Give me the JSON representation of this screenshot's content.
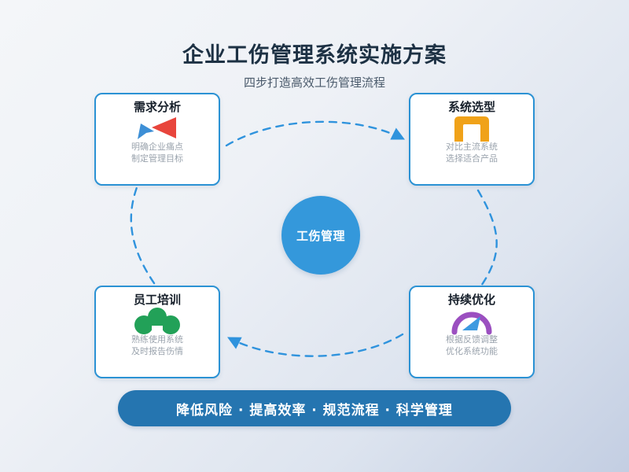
{
  "header": {
    "title": "企业工伤管理系统实施方案",
    "subtitle": "四步打造高效工伤管理流程"
  },
  "hub": {
    "label": "工伤管理",
    "color": "#3498db"
  },
  "steps": [
    {
      "title": "需求分析",
      "desc_line1": "明确企业痛点",
      "desc_line2": "制定管理目标",
      "icon": "analysis-cursor-icon",
      "icon_colors": [
        "#e8453c",
        "#3d8fd6"
      ]
    },
    {
      "title": "系统选型",
      "desc_line1": "对比主流系统",
      "desc_line2": "选择适合产品",
      "icon": "archway-icon",
      "icon_colors": [
        "#f0a219"
      ]
    },
    {
      "title": "持续优化",
      "desc_line1": "根据反馈调整",
      "desc_line2": "优化系统功能",
      "icon": "gauge-icon",
      "icon_colors": [
        "#9b4fc0",
        "#3d9ae0"
      ]
    },
    {
      "title": "员工培训",
      "desc_line1": "熟练使用系统",
      "desc_line2": "及时报告伤情",
      "icon": "people-group-icon",
      "icon_colors": [
        "#22a158"
      ]
    }
  ],
  "connectors": {
    "color": "#2f93dd",
    "style": "dashed",
    "flow": [
      "需求分析",
      "系统选型",
      "持续优化",
      "员工培训"
    ]
  },
  "banner": {
    "label": "降低风险 · 提高效率 · 规范流程 · 科学管理",
    "color": "#2575b0"
  },
  "background": {
    "from": "#f4f6f9",
    "to": "#c3cee2"
  }
}
